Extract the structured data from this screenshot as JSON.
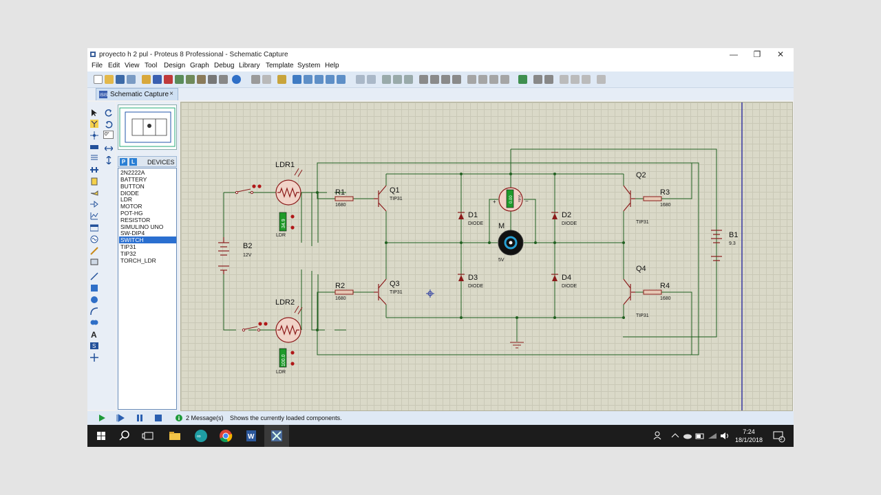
{
  "window": {
    "title": "proyecto h 2 pul - Proteus 8 Professional - Schematic Capture"
  },
  "menu": [
    "File",
    "Edit",
    "View",
    "Tool",
    "Design",
    "Graph",
    "Debug",
    "Library",
    "Template",
    "System",
    "Help"
  ],
  "tab": {
    "label": "Schematic Capture",
    "close": "×"
  },
  "devices": {
    "header": "DEVICES",
    "p_label": "P",
    "l_label": "L",
    "selected": "SWITCH",
    "items": [
      "2N2222A",
      "BATTERY",
      "BUTTON",
      "DIODE",
      "LDR",
      "MOTOR",
      "POT-HG",
      "RESISTOR",
      "SIMULINO UNO",
      "SW-DIP4",
      "SWITCH",
      "TIP31",
      "TIP32",
      "TORCH_LDR"
    ]
  },
  "rotation": {
    "value": "0°"
  },
  "schematic": {
    "ldr1": {
      "ref": "LDR1",
      "type": "LDR",
      "reading": "34.9"
    },
    "ldr2": {
      "ref": "LDR2",
      "type": "LDR",
      "reading": "100.0"
    },
    "b2": {
      "ref": "B2",
      "value": "12V"
    },
    "b1": {
      "ref": "B1",
      "value": "9.3"
    },
    "r1": {
      "ref": "R1",
      "value": "1680"
    },
    "r2": {
      "ref": "R2",
      "value": "1680"
    },
    "r3": {
      "ref": "R3",
      "value": "1680"
    },
    "r4": {
      "ref": "R4",
      "value": "1680"
    },
    "q1": {
      "ref": "Q1",
      "type": "TIP31"
    },
    "q2": {
      "ref": "Q2",
      "type": "TIP31"
    },
    "q3": {
      "ref": "Q3",
      "type": "TIP31"
    },
    "q4": {
      "ref": "Q4",
      "type": "TIP31"
    },
    "d1": {
      "ref": "D1",
      "type": "DIODE"
    },
    "d2": {
      "ref": "D2",
      "type": "DIODE"
    },
    "d3": {
      "ref": "D3",
      "type": "DIODE"
    },
    "d4": {
      "ref": "D4",
      "type": "DIODE"
    },
    "motor": {
      "ref": "M",
      "value": "5V"
    },
    "voltmeter": {
      "reading": "0.00",
      "unit": "Volts"
    }
  },
  "status": {
    "messages": "2 Message(s)",
    "hint": "Shows the currently loaded components."
  },
  "clock": {
    "time": "7:24",
    "date": "18/1/2018"
  },
  "notification_count": "2",
  "colors": {
    "wire": "#1f5f1f",
    "component": "#8b1a1a",
    "selection": "#2a6fd0",
    "grid": "#dad9c8"
  }
}
